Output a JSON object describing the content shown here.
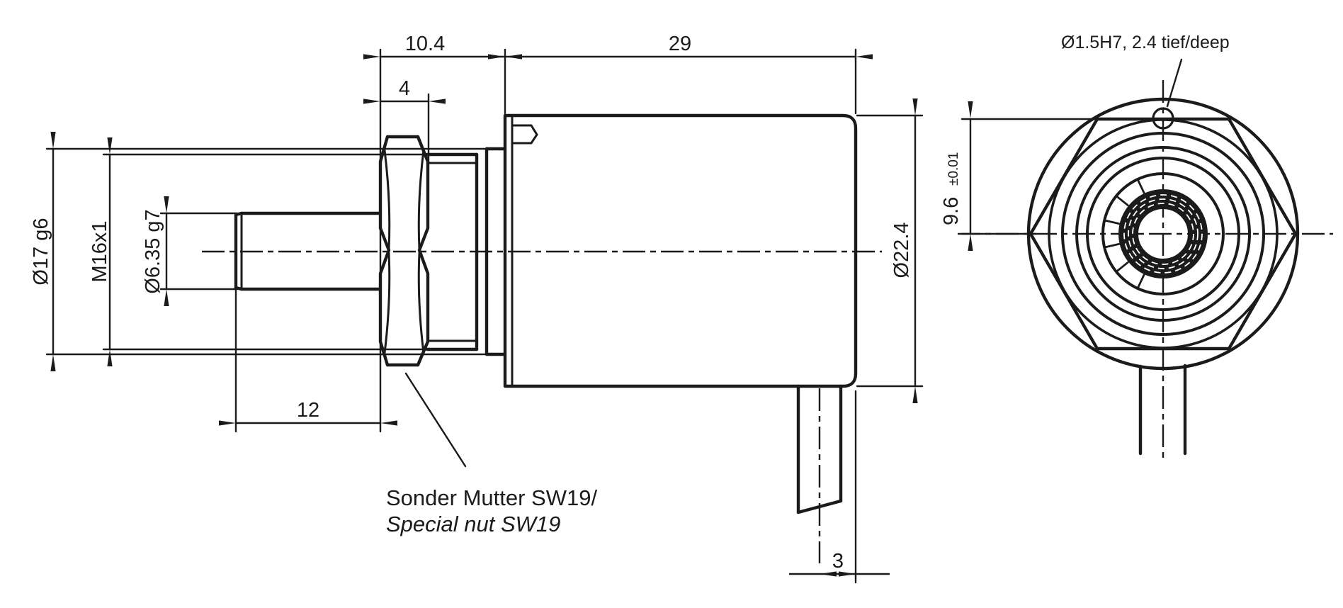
{
  "colors": {
    "ink": "#1b1b1b",
    "background": "#ffffff"
  },
  "side_view": {
    "dims": {
      "nut_standoff": "10.4",
      "nut_width": "4",
      "body_length": "29",
      "shaft_length": "12",
      "cable_offset": "3",
      "collar_diameter": "Ø17 g6",
      "thread": "M16x1",
      "shaft_diameter": "Ø6.35 g7",
      "body_diameter": "Ø22.4"
    },
    "nut_note_de": "Sonder Mutter SW19/",
    "nut_note_en": "Special nut SW19"
  },
  "front_view": {
    "dims": {
      "pin_hole_offset_value": "9.6",
      "pin_hole_offset_tolerance": "±0.01"
    },
    "pin_hole_note": "Ø1.5H7, 2.4 tief/deep"
  }
}
